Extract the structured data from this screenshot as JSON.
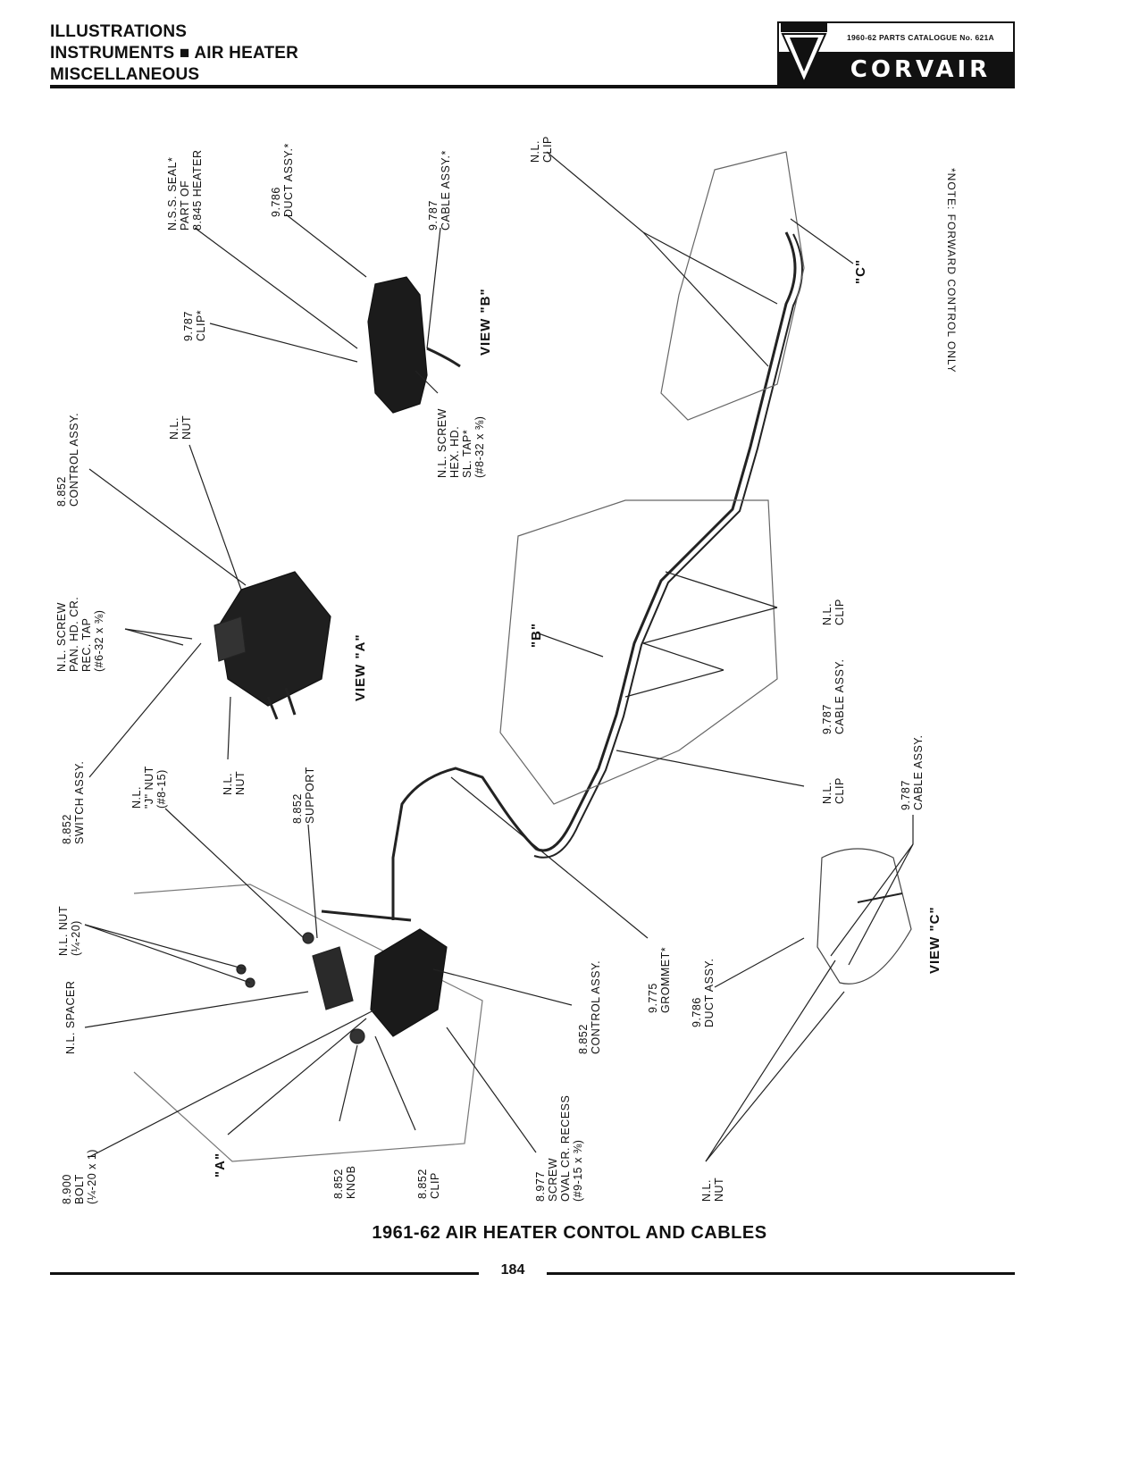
{
  "header": {
    "line1": "ILLUSTRATIONS",
    "line2": "INSTRUMENTS ■ AIR HEATER",
    "line3": "MISCELLANEOUS",
    "catalogue": "1960-62 PARTS CATALOGUE No. 621A",
    "brand": "CORVAIR"
  },
  "labels": {
    "view_b_seal": "N.S.S. SEAL*\nPART OF\n8.845 HEATER",
    "view_b_duct": "9.786\nDUCT ASSY.*",
    "view_b_cable": "9.787\nCABLE ASSY.*",
    "top_clip": "N.L.\nCLIP",
    "view_b_clip": "9.787\nCLIP*",
    "view_b_title": "VIEW \"B\"",
    "view_b_nut": "N.L.\nNUT",
    "view_b_screw": "N.L. SCREW\nHEX. HD.\nSL. TAP*\n(#8-32 x ⅜)",
    "control_assy_top": "8.852\nCONTROL ASSY.",
    "screw_pan": "N.L. SCREW\nPAN. HD. CR.\nREC. TAP\n(#6-32 x ⅜)",
    "view_a_title": "VIEW \"A\"",
    "view_a_nut": "N.L.\nNUT",
    "switch_assy": "8.852\nSWITCH ASSY.",
    "j_nut": "N.L.\n\"J\" NUT\n(#8-15)",
    "support": "8.852\nSUPPORT",
    "nut_quarter": "N.L. NUT\n(¼-20)",
    "spacer": "N.L. SPACER",
    "bolt": "8.900\nBOLT\n(¼-20 x 1)",
    "marker_a": "\"A\"",
    "knob": "8.852\nKNOB",
    "clip_852": "8.852\nCLIP",
    "screw_977": "8.977\nSCREW\nOVAL CR. RECESS\n(#9-15 x ⅜)",
    "control_assy_bottom": "8.852\nCONTROL ASSY.",
    "grommet": "9.775\nGROMMET*",
    "marker_b": "\"B\"",
    "clip_mid": "N.L.\nCLIP",
    "cable_mid": "9.787\nCABLE ASSY.",
    "clip_low": "N.L.\nCLIP",
    "cable_c": "9.787\nCABLE ASSY.",
    "duct_c": "9.786\nDUCT ASSY.",
    "view_c_title": "VIEW \"C\"",
    "nut_c": "N.L.\nNUT",
    "marker_c": "\"C\"",
    "note": "*NOTE: FORWARD CONTROL ONLY"
  },
  "caption": "1961-62 AIR HEATER CONTOL AND CABLES",
  "page_number": "184"
}
